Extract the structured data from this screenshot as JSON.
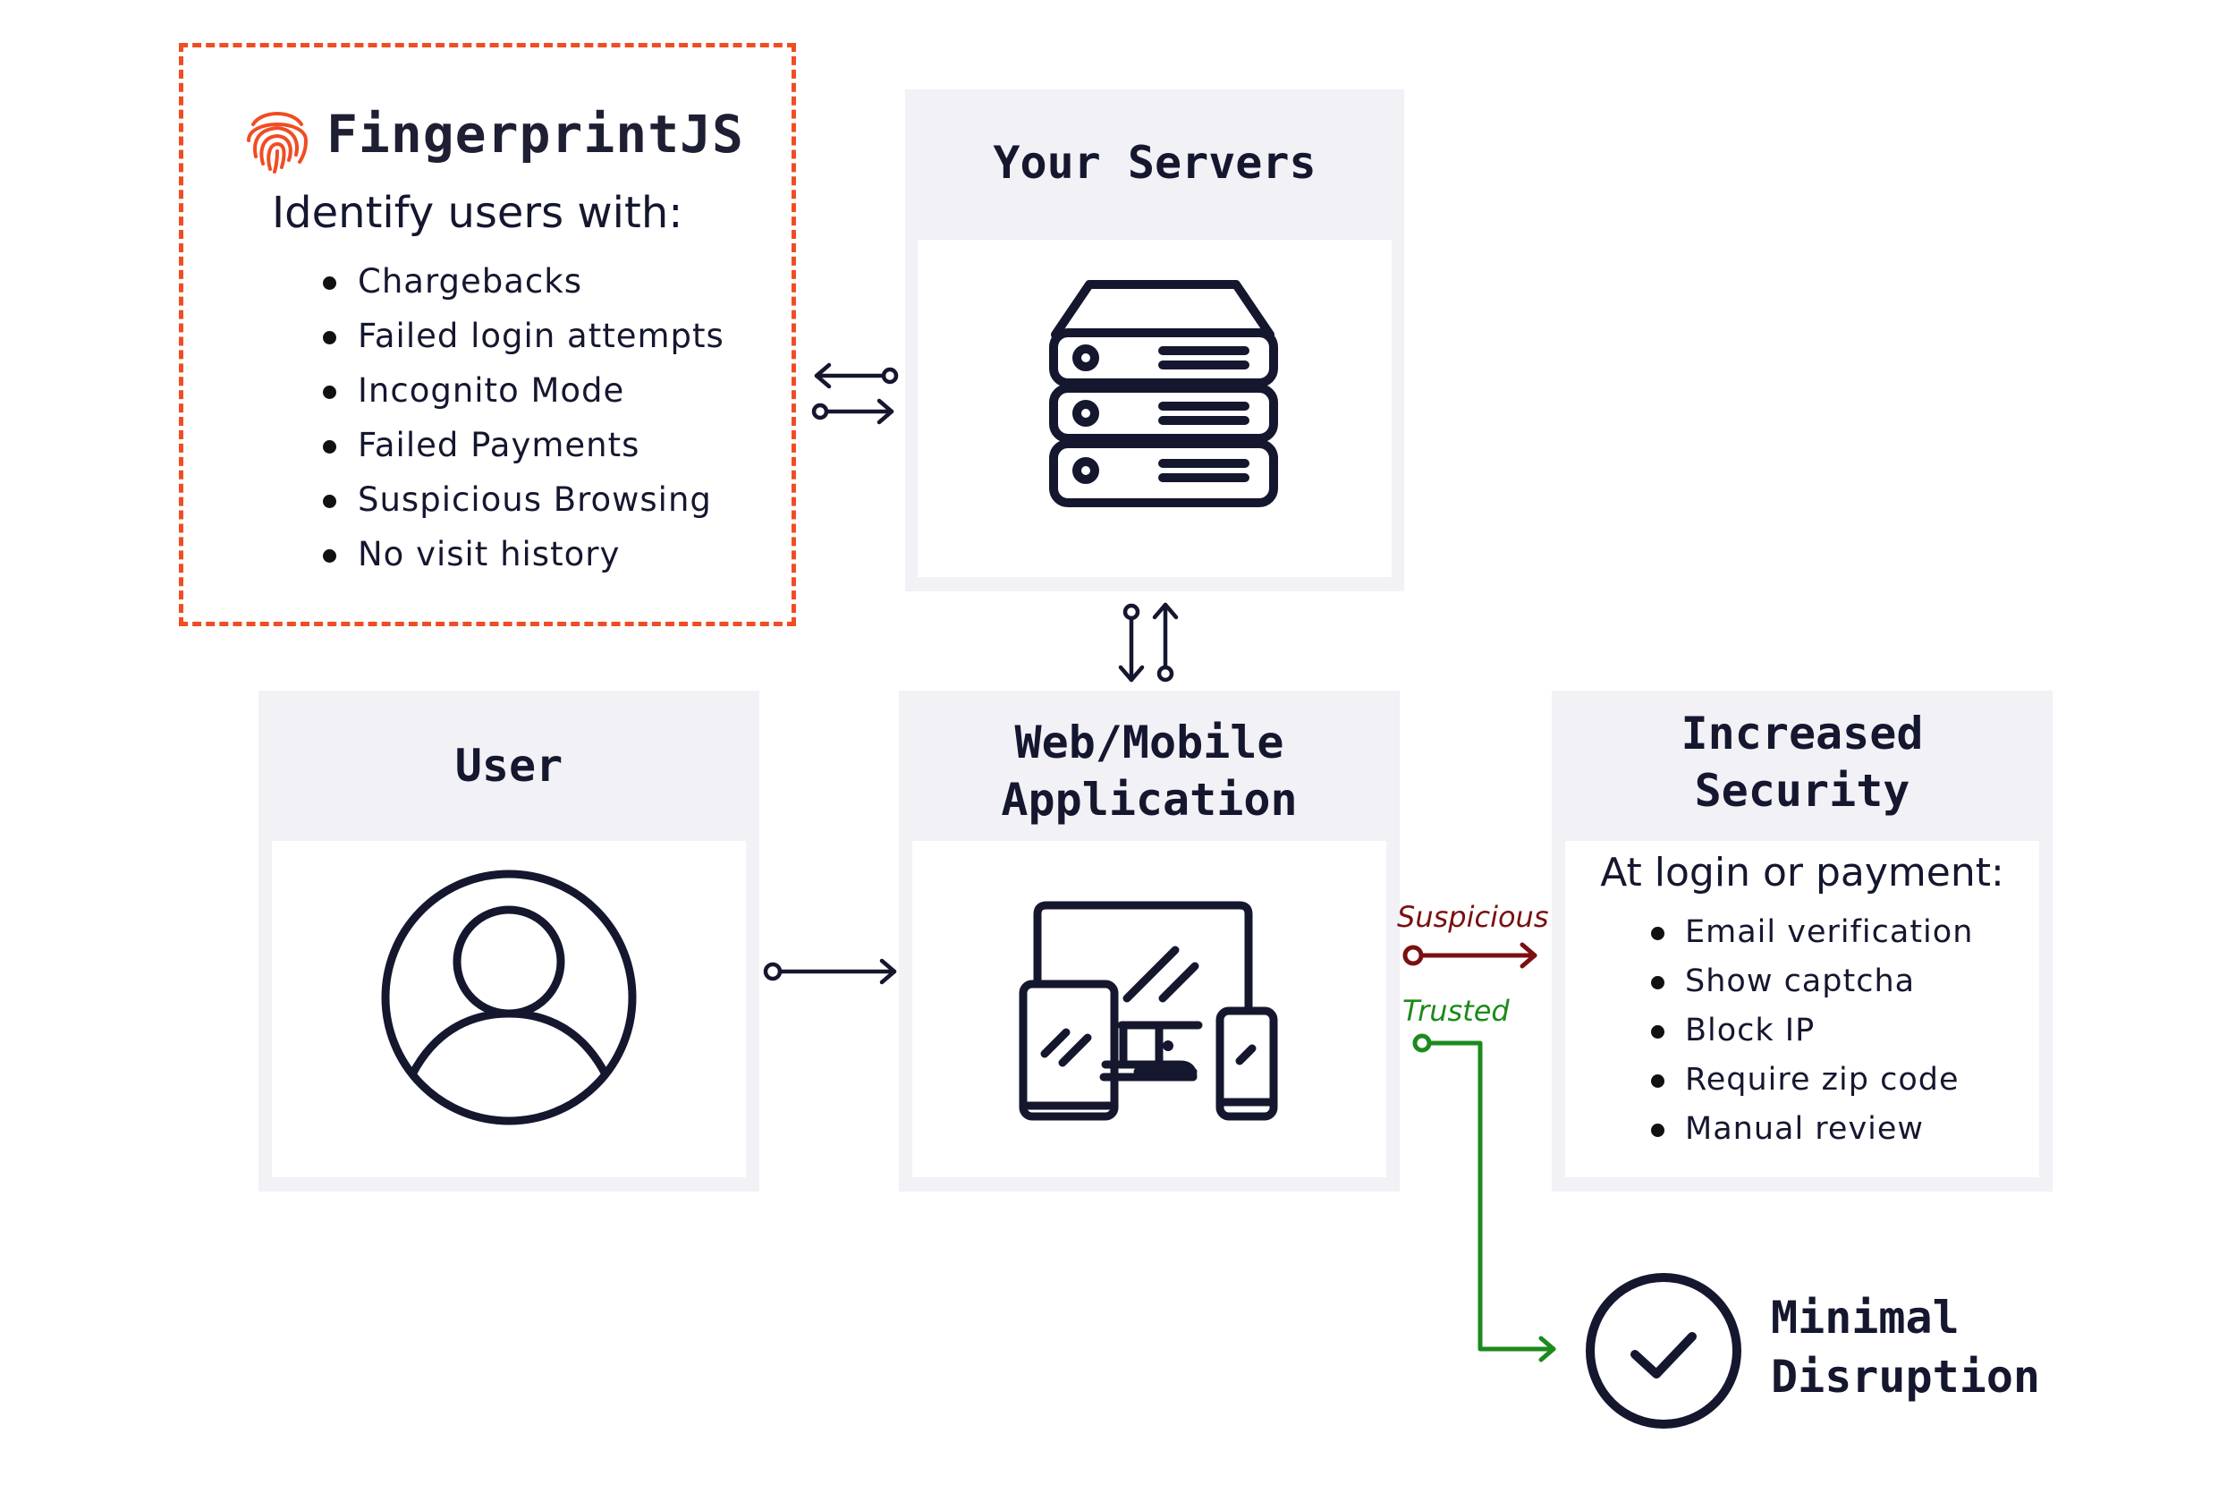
{
  "fingerprintjs": {
    "brand": "FingerprintJS",
    "heading": "Identify users with:",
    "items": [
      "Chargebacks",
      "Failed login attempts",
      "Incognito Mode",
      "Failed Payments",
      "Suspicious Browsing",
      "No visit history"
    ],
    "accent_color": "#f04d23"
  },
  "servers": {
    "title": "Your Servers"
  },
  "user": {
    "title": "User"
  },
  "app": {
    "title_line1": "Web/Mobile",
    "title_line2": "Application"
  },
  "security": {
    "title_line1": "Increased",
    "title_line2": "Security",
    "heading": "At login or payment:",
    "items": [
      "Email verification",
      "Show captcha",
      "Block IP",
      "Require zip code",
      "Manual review"
    ]
  },
  "flows": {
    "suspicious_label": "Suspicious",
    "suspicious_color": "#7a1010",
    "trusted_label": "Trusted",
    "trusted_color": "#1c8a1c"
  },
  "outcome": {
    "title_line1": "Minimal",
    "title_line2": "Disruption"
  },
  "icons": [
    "fingerprint-icon",
    "server-stack-icon",
    "user-avatar-icon",
    "devices-icon",
    "checkmark-circle-icon"
  ],
  "colors": {
    "ink": "#15172f",
    "panel_bg": "#f1f1f6"
  }
}
